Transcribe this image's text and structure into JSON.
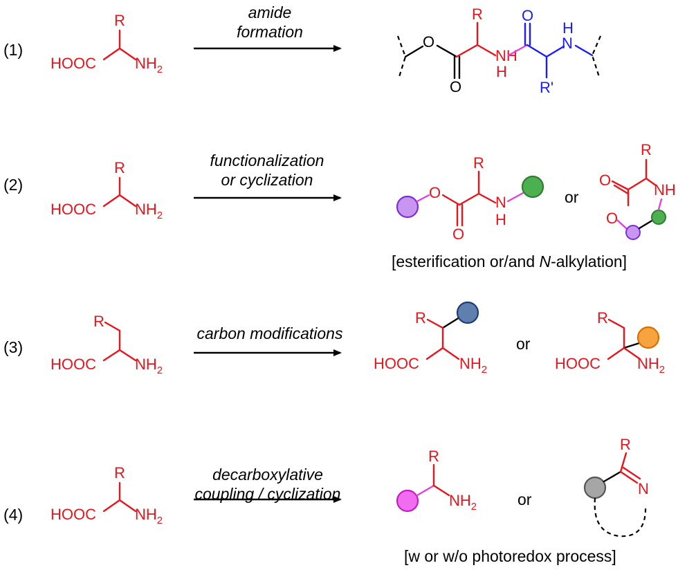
{
  "rows": [
    {
      "number": "(1)",
      "condition": [
        "amide",
        "formation"
      ]
    },
    {
      "number": "(2)",
      "condition": [
        "functionalization",
        "or cyclization"
      ],
      "footnote_pre": "[esterification or/and ",
      "footnote_ital": "N",
      "footnote_post": "-alkylation]"
    },
    {
      "number": "(3)",
      "condition": [
        "carbon modifications"
      ]
    },
    {
      "number": "(4)",
      "condition": [
        "decarboxylative",
        "coupling / cyclization"
      ],
      "footnote": "[w or w/o photoredox process]"
    }
  ],
  "atoms": {
    "R": "R",
    "Rp": "R'",
    "HOOC": "HOOC",
    "NH": "NH",
    "sub2": "2",
    "H": "H",
    "N": "N",
    "O": "O"
  },
  "connector": "or",
  "colors": {
    "red": "#e8141c",
    "blue": "#1a1aff",
    "magenta": "#e040e0",
    "purple": "#c896f0",
    "green": "#4caf50",
    "steelblue": "#5f7fae",
    "orange": "#f7a440",
    "pink": "#f26cf2",
    "gray": "#a6a6a6"
  }
}
